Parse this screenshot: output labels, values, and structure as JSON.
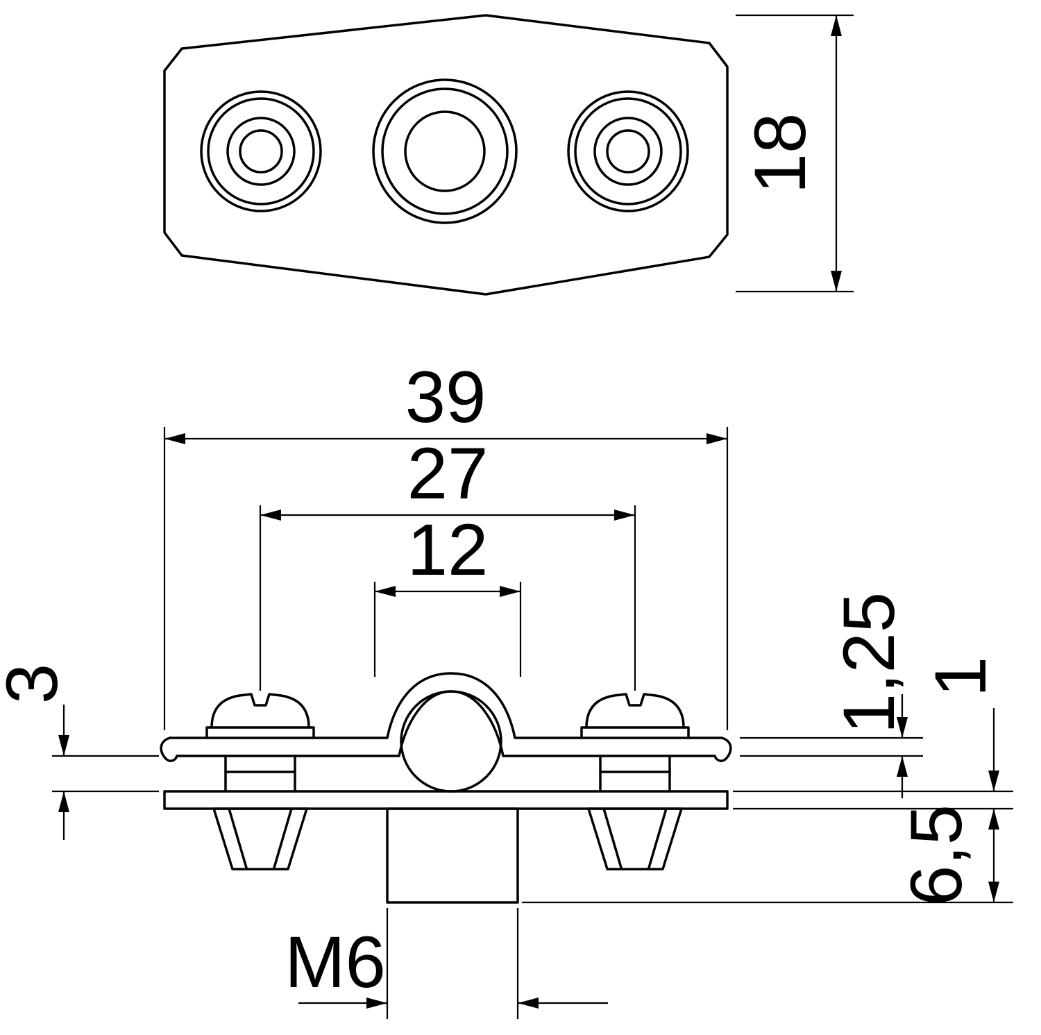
{
  "page": {
    "background_color": "#ffffff",
    "line_color": "#000000",
    "type": "technical-drawing"
  },
  "dimensions": {
    "plate_height": "18",
    "overall_width": "39",
    "screw_spacing": "27",
    "clamp_diameter": "12",
    "clamp_gap": "3",
    "band_thickness": "1,25",
    "plate_thickness": "1",
    "stud_length": "6,5",
    "thread_size": "M6"
  }
}
